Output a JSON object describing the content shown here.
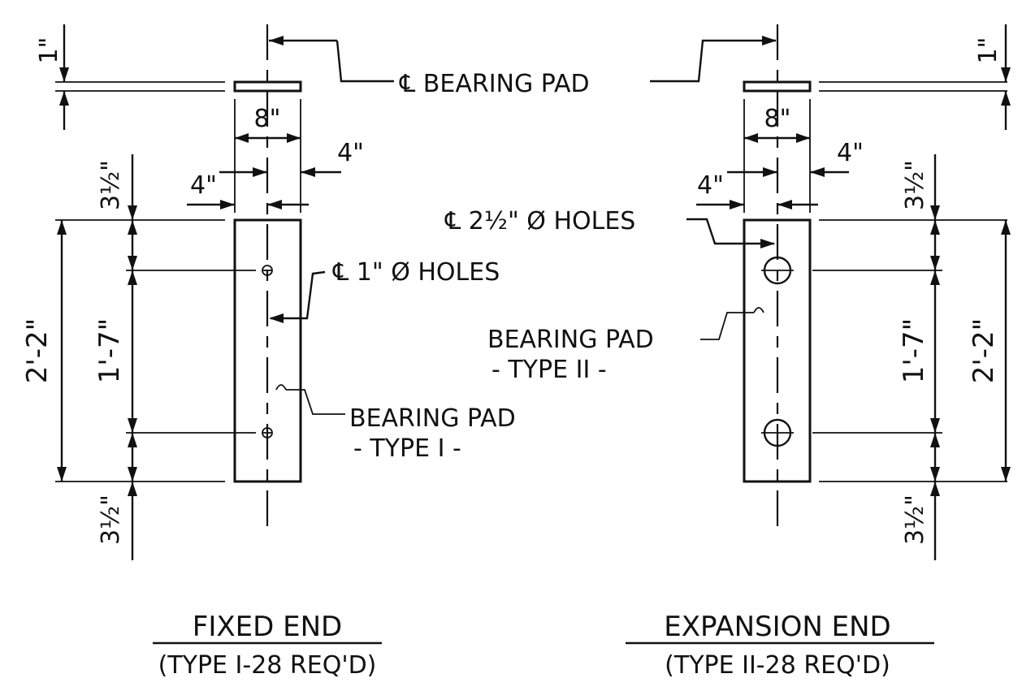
{
  "labels": {
    "centerline_bearing_pad": "℄ BEARING PAD",
    "one_inch": "1\"",
    "eight_inch": "8\"",
    "four_inch": "4\"",
    "three_half": "3½\"",
    "two_two": "2'-2\"",
    "one_seven": "1'-7\"",
    "holes_1in": "℄ 1\" Ø HOLES",
    "holes_2half": "℄ 2½\" Ø HOLES",
    "pad_type1_l1": "BEARING PAD",
    "pad_type1_l2": "- TYPE I -",
    "pad_type2_l1": "BEARING PAD",
    "pad_type2_l2": "- TYPE II -"
  },
  "fixed_end": {
    "title": "FIXED END",
    "subtitle": "(TYPE I-28 REQ'D)"
  },
  "expansion_end": {
    "title": "EXPANSION END",
    "subtitle": "(TYPE II-28 REQ'D)"
  }
}
